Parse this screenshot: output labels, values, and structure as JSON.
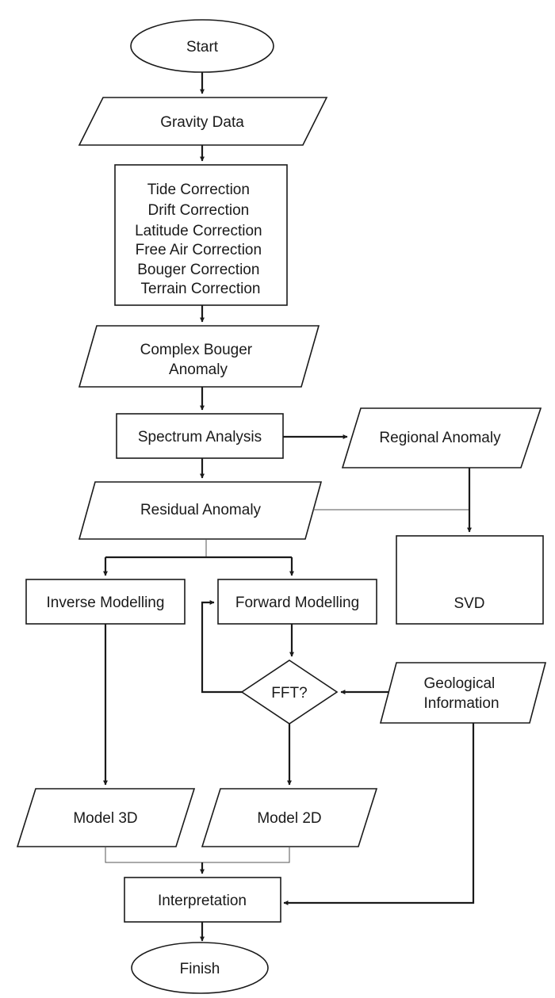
{
  "nodes": {
    "start": "Start",
    "gravity_data": "Gravity Data",
    "corrections": [
      "Tide Correction",
      "Drift Correction",
      "Latitude Correction",
      "Free Air Correction",
      "Bouger Correction",
      "Terrain Correction"
    ],
    "complex_bouger": [
      "Complex Bouger",
      "Anomaly"
    ],
    "spectrum_analysis": "Spectrum Analysis",
    "regional_anomaly": "Regional Anomaly",
    "residual_anomaly": "Residual Anomaly",
    "inverse_modelling": "Inverse Modelling",
    "forward_modelling": "Forward Modelling",
    "svd": "SVD",
    "fft": "FFT?",
    "geological_information": [
      "Geological",
      "Information"
    ],
    "model_3d": "Model 3D",
    "model_2d": "Model 2D",
    "interpretation": "Interpretation",
    "finish": "Finish"
  }
}
